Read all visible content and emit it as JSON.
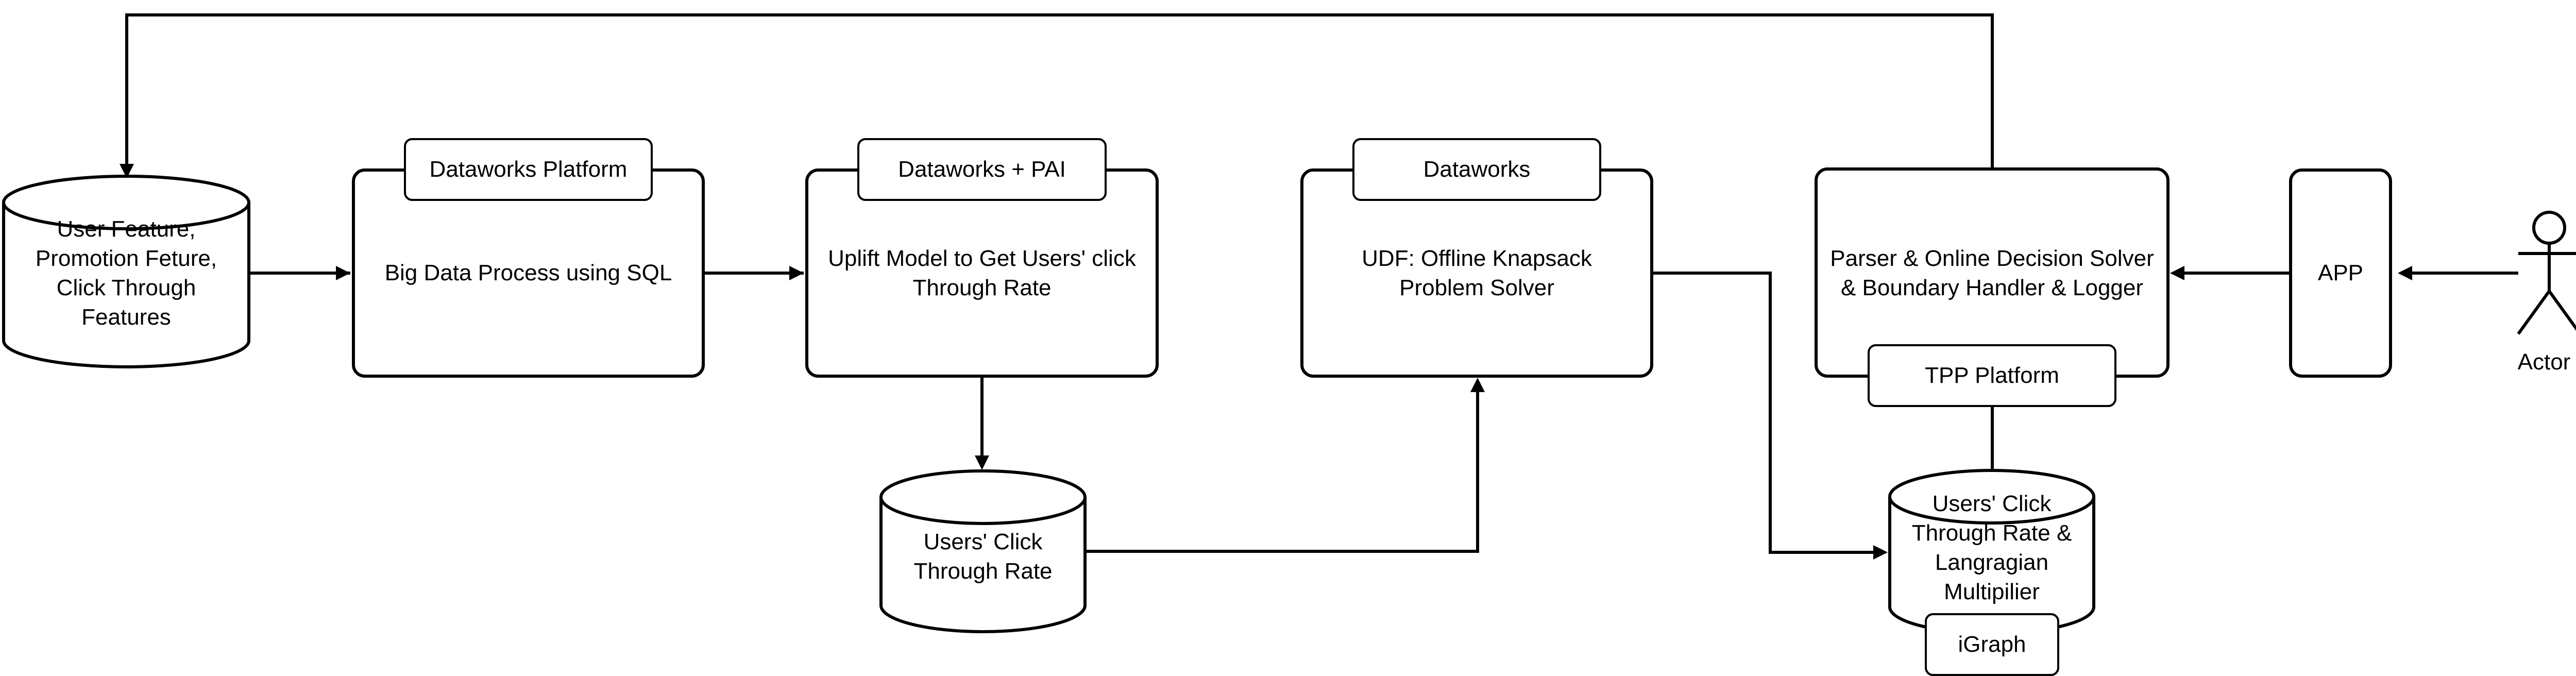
{
  "nodes": {
    "user_features_db": "User Feature, Promotion Feture, Click Through Features",
    "big_data_process": "Big Data Process using SQL",
    "dataworks_platform_tag": "Dataworks Platform",
    "uplift_model": "Uplift Model to Get Users' click Through Rate",
    "dataworks_pai_tag": "Dataworks + PAI",
    "ctr_db": "Users' Click Through Rate",
    "knapsack_solver": "UDF: Offline Knapsack Problem Solver",
    "dataworks_tag": "Dataworks",
    "decision_solver": "Parser & Online Decision Solver & Boundary Handler & Logger",
    "tpp_platform_tag": "TPP Platform",
    "ctr_multiplier_db": "Users' Click Through Rate & Langragian Multipilier",
    "igraph_tag": "iGraph",
    "app": "APP",
    "actor": "Actor"
  }
}
